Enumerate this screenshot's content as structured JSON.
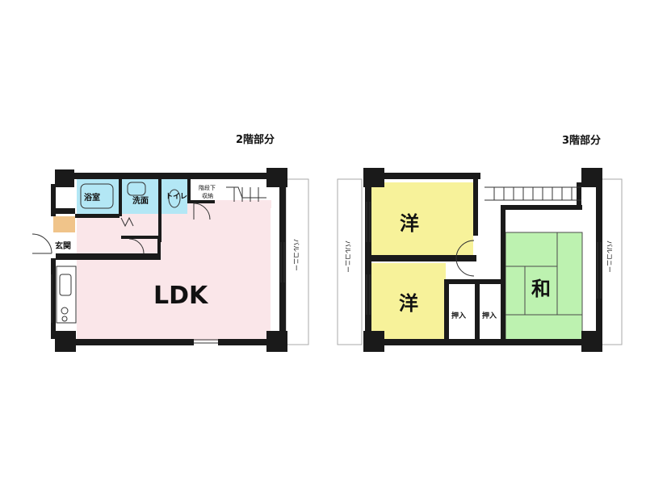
{
  "floors": {
    "second": {
      "title": "2階部分",
      "rooms": {
        "ldk": "LDK",
        "bath": "浴室",
        "washroom": "洗面",
        "toilet": "トイレ",
        "storage_line1": "階段下",
        "storage_line2": "収納",
        "entrance": "玄関",
        "balcony": "バルコニー"
      }
    },
    "third": {
      "title": "3階部分",
      "rooms": {
        "western_upper": "洋",
        "western_lower": "洋",
        "japanese": "和",
        "closet_left": "押入",
        "closet_right": "押入",
        "balcony_left": "バルコニー",
        "balcony_right": "バルコニー"
      }
    }
  },
  "colors": {
    "ldk": "#fae6e9",
    "wet_area": "#b3e7f5",
    "western": "#f7f29a",
    "japanese": "#bdf2b0",
    "wall": "#1a1a1a",
    "entrance_floor": "#f0c48a"
  }
}
